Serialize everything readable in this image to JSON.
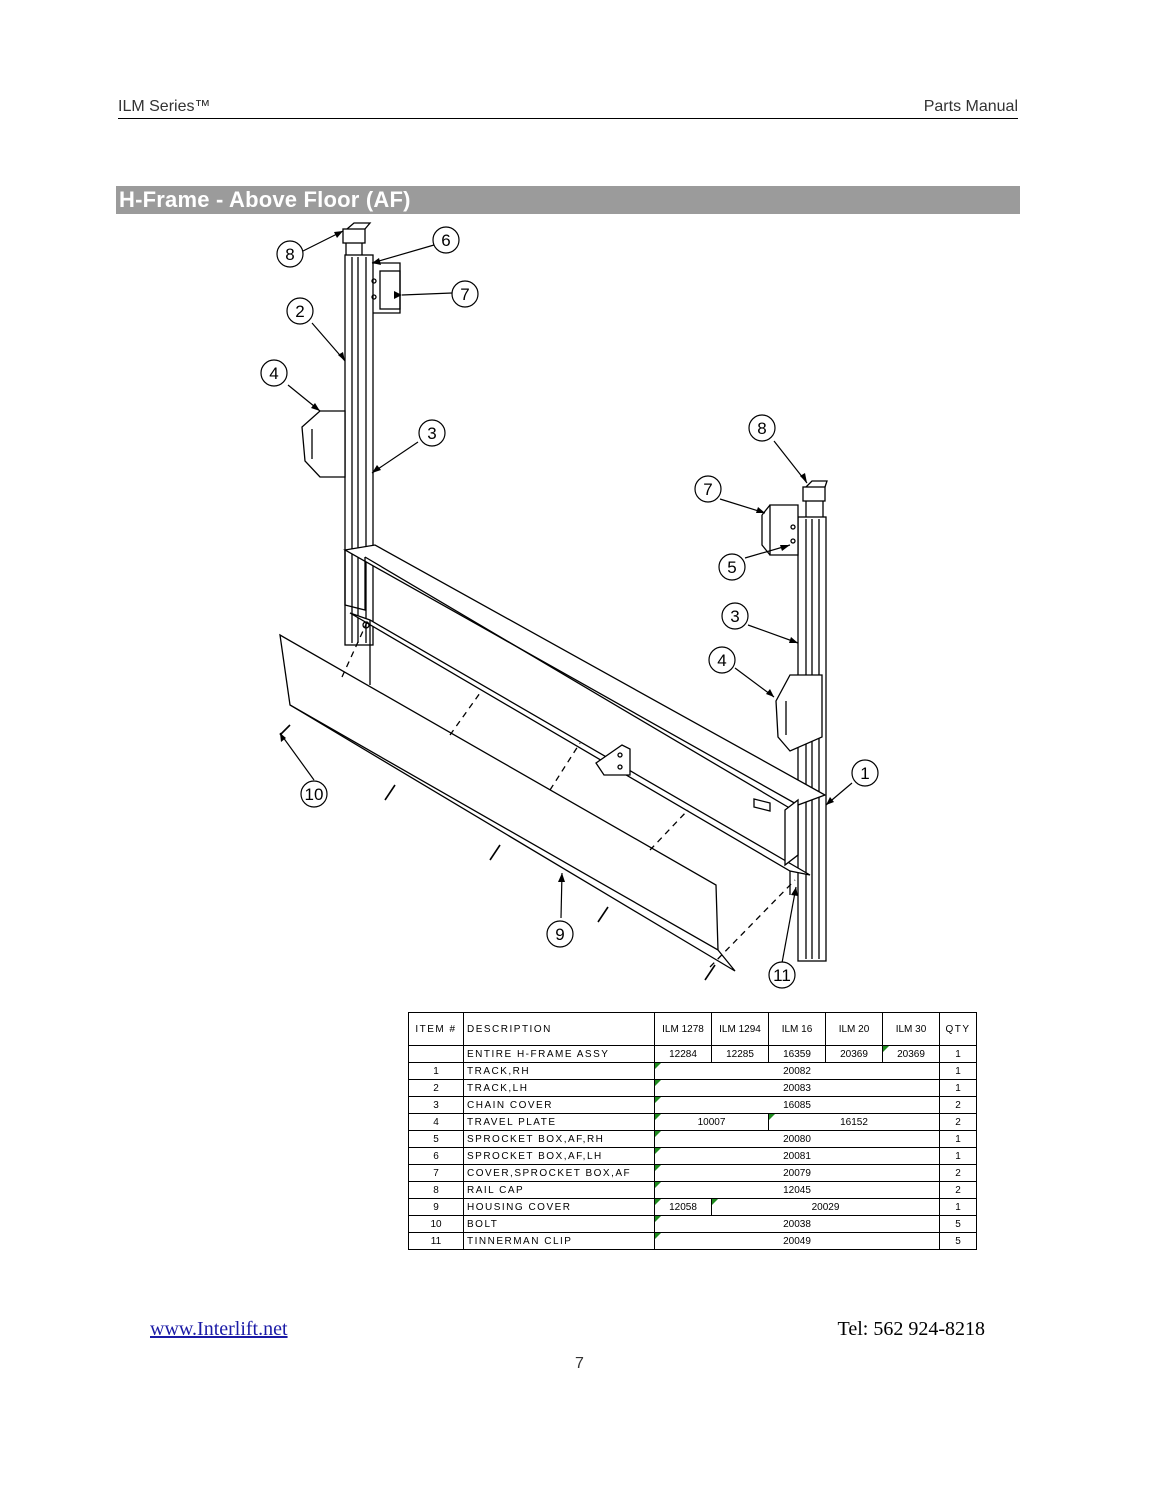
{
  "header": {
    "left": "ILM Series™",
    "right": "Parts Manual"
  },
  "section": {
    "title": "H-Frame - Above Floor (AF)"
  },
  "callouts": [
    "8",
    "6",
    "7",
    "2",
    "4",
    "3",
    "8",
    "7",
    "5",
    "3",
    "4",
    "1",
    "10",
    "9",
    "11"
  ],
  "table": {
    "headers": [
      "ITEM #",
      "DESCRIPTION",
      "ILM 1278",
      "ILM 1294",
      "ILM 16",
      "ILM 20",
      "ILM 30",
      "QTY"
    ],
    "assy": {
      "item": "",
      "desc": "ENTIRE H-FRAME ASSY",
      "values": [
        "12284",
        "12285",
        "16359",
        "20369",
        "20369"
      ],
      "qty": "1"
    },
    "rows": [
      {
        "item": "1",
        "desc": "TRACK,RH",
        "value": "20082",
        "qty": "1"
      },
      {
        "item": "2",
        "desc": "TRACK,LH",
        "value": "20083",
        "qty": "1"
      },
      {
        "item": "3",
        "desc": "CHAIN COVER",
        "value": "16085",
        "qty": "2"
      },
      {
        "item": "4",
        "desc": "TRAVEL PLATE",
        "value_a": "10007",
        "value_b": "16152",
        "qty": "2"
      },
      {
        "item": "5",
        "desc": "SPROCKET BOX,AF,RH",
        "value": "20080",
        "qty": "1"
      },
      {
        "item": "6",
        "desc": "SPROCKET BOX,AF,LH",
        "value": "20081",
        "qty": "1"
      },
      {
        "item": "7",
        "desc": "COVER,SPROCKET BOX,AF",
        "value": "20079",
        "qty": "2"
      },
      {
        "item": "8",
        "desc": "RAIL CAP",
        "value": "12045",
        "qty": "2"
      },
      {
        "item": "9",
        "desc": "HOUSING COVER",
        "value_a": "12058",
        "value_b": "20029",
        "qty": "1"
      },
      {
        "item": "10",
        "desc": "BOLT",
        "value": "20038",
        "qty": "5"
      },
      {
        "item": "11",
        "desc": "TINNERMAN CLIP",
        "value": "20049",
        "qty": "5"
      }
    ]
  },
  "footer": {
    "website": "www.Interlift.net",
    "tel": "Tel: 562 924-8218",
    "page": "7"
  }
}
